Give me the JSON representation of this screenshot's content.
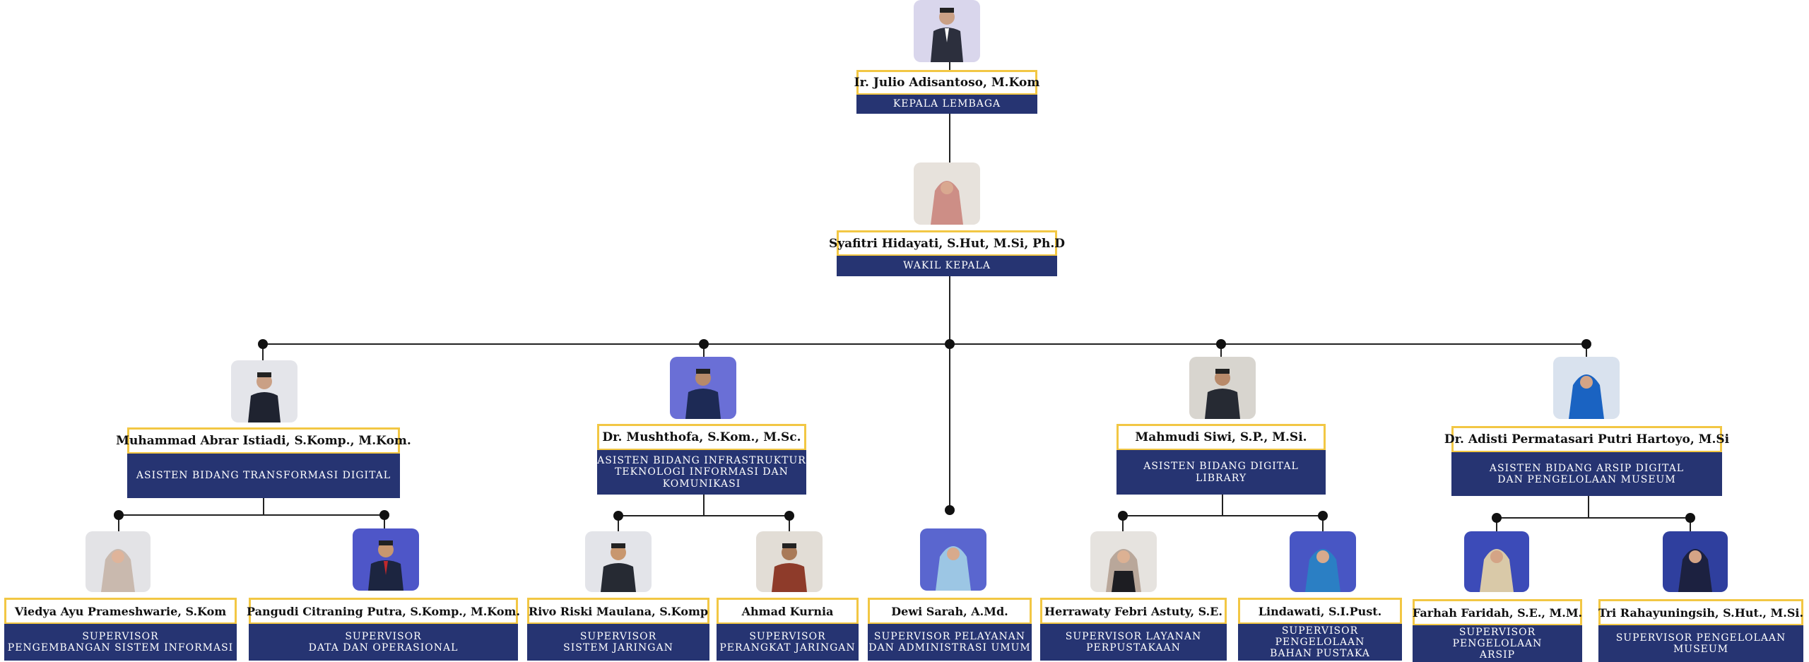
{
  "colors": {
    "title_bg": "#263472",
    "name_border": "#f2c744",
    "line": "#222222"
  },
  "head": {
    "name": "Ir. Julio Adisantoso, M.Kom",
    "title": "KEPALA LEMBAGA",
    "photo_icon": "person-photo"
  },
  "deputy": {
    "name": "Syafitri Hidayati, S.Hut, M.Si, Ph.D",
    "title": "WAKIL KEPALA",
    "photo_icon": "person-photo"
  },
  "assistants": [
    {
      "name": "Muhammad Abrar Istiadi, S.Komp., M.Kom.",
      "title": "ASISTEN BIDANG TRANSFORMASI DIGITAL"
    },
    {
      "name": "Dr. Mushthofa, S.Kom., M.Sc.",
      "title": "ASISTEN BIDANG INFRASTRUKTUR\nTEKNOLOGI INFORMASI DAN\nKOMUNIKASI"
    },
    {
      "name": "Mahmudi Siwi, S.P., M.Si.",
      "title": "ASISTEN BIDANG DIGITAL LIBRARY"
    },
    {
      "name": "Dr. Adisti Permatasari Putri Hartoyo, M.Si",
      "title": "ASISTEN BIDANG ARSIP DIGITAL\nDAN PENGELOLAAN MUSEUM"
    }
  ],
  "supervisors": [
    {
      "name": "Viedya Ayu Prameshwarie, S.Kom",
      "title": "SUPERVISOR\nPENGEMBANGAN SISTEM INFORMASI"
    },
    {
      "name": "Pangudi Citraning Putra, S.Komp., M.Kom.",
      "title": "SUPERVISOR\nDATA DAN OPERASIONAL"
    },
    {
      "name": "Rivo Riski Maulana, S.Komp",
      "title": "SUPERVISOR\nSISTEM JARINGAN"
    },
    {
      "name": "Ahmad Kurnia",
      "title": "SUPERVISOR\nPERANGKAT JARINGAN"
    },
    {
      "name": "Dewi Sarah, A.Md.",
      "title": "SUPERVISOR PELAYANAN\nDAN ADMINISTRASI UMUM"
    },
    {
      "name": "Herrawaty Febri Astuty, S.E.",
      "title": "SUPERVISOR LAYANAN\nPERPUSTAKAAN"
    },
    {
      "name": "Lindawati, S.I.Pust.",
      "title": "SUPERVISOR PENGELOLAAN\nBAHAN PUSTAKA"
    },
    {
      "name": "Farhah Faridah, S.E., M.M.",
      "title": "SUPERVISOR PENGELOLAAN\nARSIP"
    },
    {
      "name": "Tri Rahayuningsih, S.Hut., M.Si.",
      "title": "SUPERVISOR PENGELOLAAN\nMUSEUM"
    }
  ]
}
